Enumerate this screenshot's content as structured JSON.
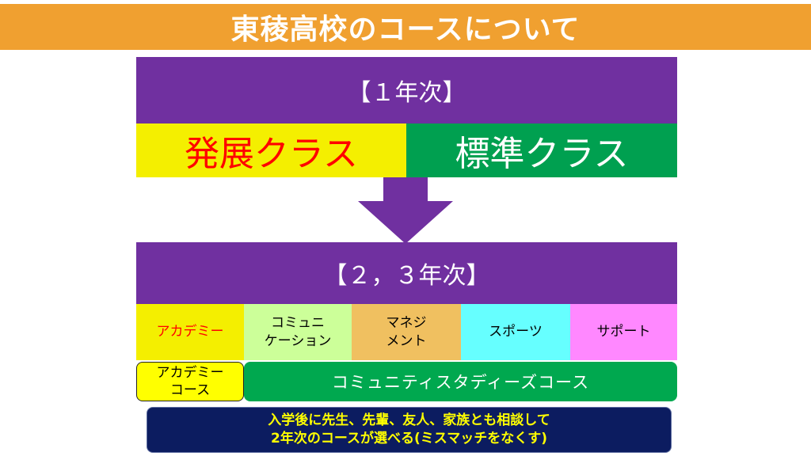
{
  "title": "東稜高校のコースについて",
  "year1": {
    "header": "【１年次】",
    "classes": [
      {
        "label": "発展クラス"
      },
      {
        "label": "標準クラス"
      }
    ]
  },
  "year23": {
    "header": "【２，３年次】",
    "courses": [
      {
        "line1": "アカデミー",
        "line2": ""
      },
      {
        "line1": "コミュニ",
        "line2": "ケーション"
      },
      {
        "line1": "マネジ",
        "line2": "メント"
      },
      {
        "line1": "スポーツ",
        "line2": ""
      },
      {
        "line1": "サポート",
        "line2": ""
      }
    ],
    "groups": [
      {
        "line1": "アカデミー",
        "line2": "コース"
      },
      {
        "label": "コミュニティスタディーズコース"
      }
    ]
  },
  "note": {
    "line1": "入学後に先生、先輩、友人、家族とも相談して",
    "line2": "2年次のコースが選べる(ミスマッチをなくす)"
  },
  "colors": {
    "title_bar": "#f0a030",
    "header_purple": "#7030a0",
    "advanced_yellow": "#f4ef00",
    "standard_green": "#00a050",
    "note_navy": "#0c1c60",
    "note_text": "#ffff00"
  }
}
